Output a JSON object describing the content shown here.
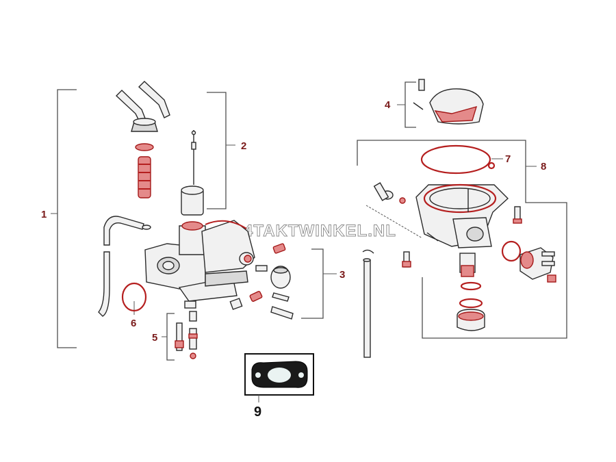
{
  "watermark": "4TAKTWINKEL.NL",
  "callouts": {
    "c1": "1",
    "c2": "2",
    "c3": "3",
    "c4": "4",
    "c5": "5",
    "c6": "6",
    "c7": "7",
    "c8": "8",
    "c9": "9"
  },
  "colors": {
    "part_highlight": "#b51f1f",
    "callout_text": "#7a1a1a",
    "gasket_box_border": "#111111",
    "gasket_fill": "#1a1a1a"
  },
  "icons": [
    "carburetor-body",
    "float-chamber",
    "gasket"
  ]
}
